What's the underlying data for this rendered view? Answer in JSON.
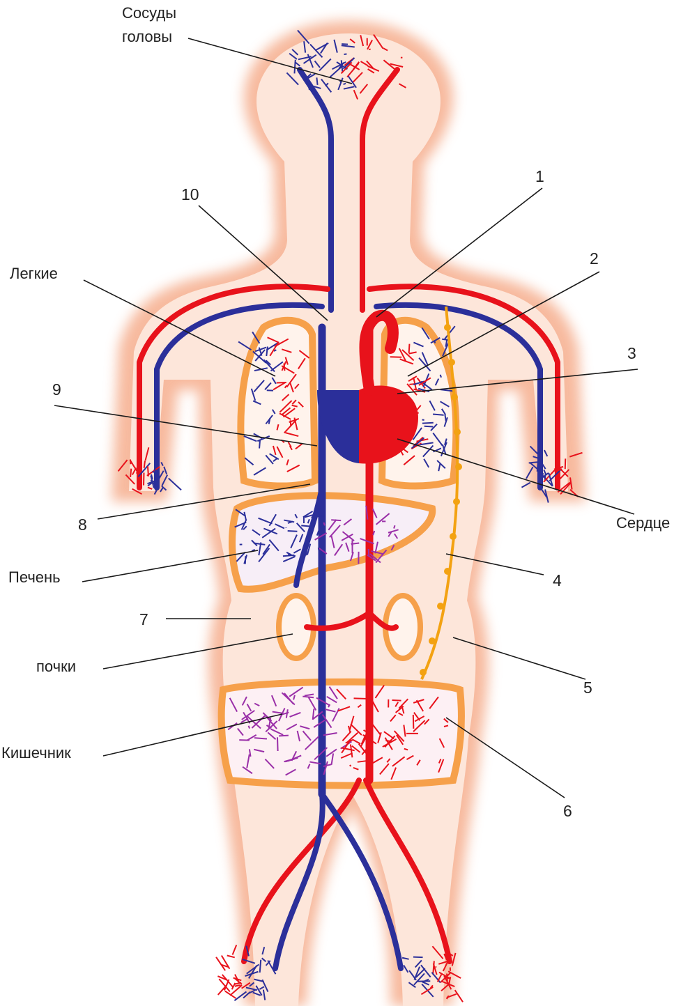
{
  "labels": {
    "head_vessels_line1": "Сосуды",
    "head_vessels_line2": "головы",
    "lungs": "Легкие",
    "heart": "Сердце",
    "liver": "Печень",
    "kidneys": "почки",
    "intestine": "Кишечник"
  },
  "numbers": {
    "n1": "1",
    "n2": "2",
    "n3": "3",
    "n4": "4",
    "n5": "5",
    "n6": "6",
    "n7": "7",
    "n8": "8",
    "n9": "9",
    "n10": "10"
  },
  "colors": {
    "artery": "#e8121b",
    "vein": "#2b2f9a",
    "mixed": "#9a2fa8",
    "body_halo": "#f4a37e",
    "body_fill": "#fde6da",
    "organ_fill": "#f6a04a",
    "lymph": "#f3a212",
    "leader": "#1a1a1a"
  }
}
